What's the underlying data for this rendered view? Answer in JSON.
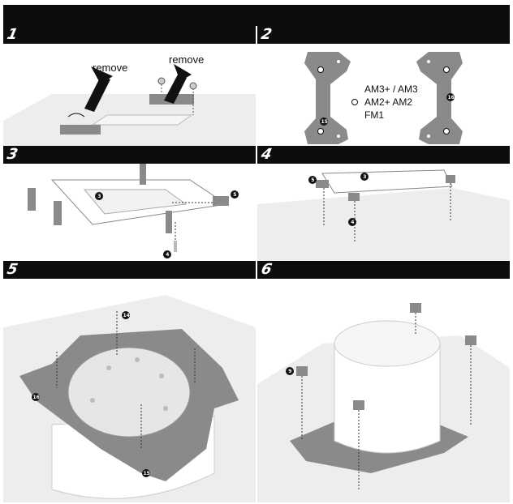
{
  "steps": [
    {
      "number": "1",
      "labels": [
        "remove",
        "remove"
      ]
    },
    {
      "number": "2",
      "sockets": [
        "AM3+ / AM3",
        "AM2+  AM2",
        "FM1"
      ],
      "badges": [
        "15",
        "16"
      ]
    },
    {
      "number": "3",
      "badges": [
        "3",
        "4",
        "5"
      ]
    },
    {
      "number": "4",
      "badges": [
        "3",
        "4",
        "5"
      ]
    },
    {
      "number": "5",
      "badges": [
        "14",
        "15",
        "16"
      ]
    },
    {
      "number": "6",
      "badges": [
        "9"
      ]
    }
  ],
  "colors": {
    "header": "#0d0d0d",
    "part": "#8a8a8a",
    "ground": "#ededed",
    "badge": "#111111"
  }
}
